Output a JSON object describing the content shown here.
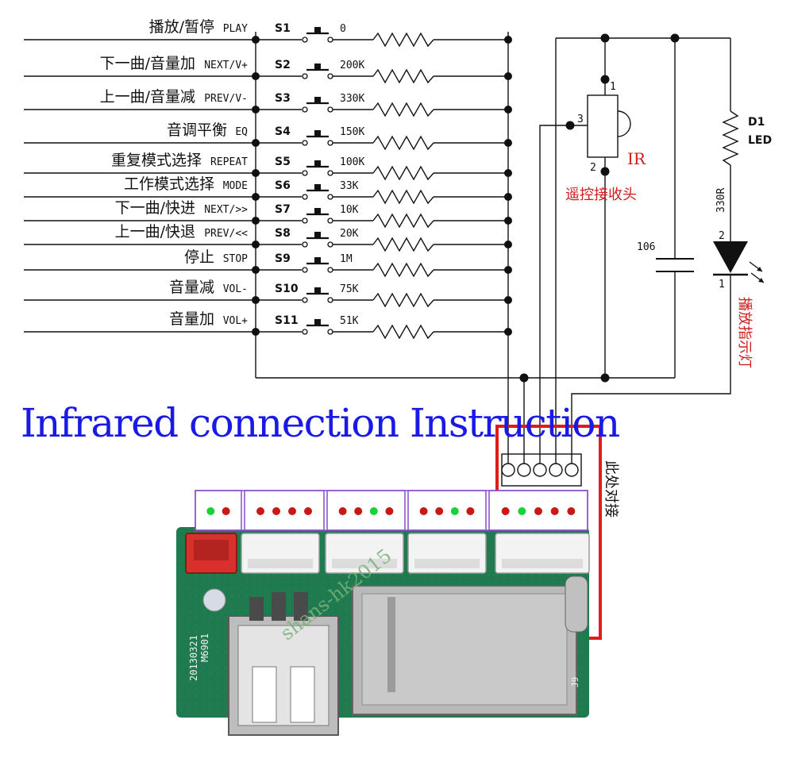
{
  "buttons": [
    {
      "cn": "播放/暂停",
      "en": "PLAY",
      "sw": "S1",
      "res": "0"
    },
    {
      "cn": "下一曲/音量加",
      "en": "NEXT/V+",
      "sw": "S2",
      "res": "200K"
    },
    {
      "cn": "上一曲/音量减",
      "en": "PREV/V-",
      "sw": "S3",
      "res": "330K"
    },
    {
      "cn": "音调平衡",
      "en": "EQ",
      "sw": "S4",
      "res": "150K"
    },
    {
      "cn": "重复模式选择",
      "en": "REPEAT",
      "sw": "S5",
      "res": "100K"
    },
    {
      "cn": "工作模式选择",
      "en": "MODE",
      "sw": "S6",
      "res": "33K"
    },
    {
      "cn": "下一曲/快进",
      "en": "NEXT/>>",
      "sw": "S7",
      "res": "10K"
    },
    {
      "cn": "上一曲/快退",
      "en": "PREV/<<",
      "sw": "S8",
      "res": "20K"
    },
    {
      "cn": "停止",
      "en": "STOP",
      "sw": "S9",
      "res": "1M"
    },
    {
      "cn": "音量减",
      "en": "VOL-",
      "sw": "S10",
      "res": "75K"
    },
    {
      "cn": "音量加",
      "en": "VOL+",
      "sw": "S11",
      "res": "51K"
    }
  ],
  "ir": {
    "label": "IR",
    "cn": "遥控接收头",
    "pin1": "1",
    "pin2": "2",
    "pin3": "3"
  },
  "capacitor": {
    "value": "106"
  },
  "led": {
    "ref": "D1",
    "type": "LED",
    "resistor": "330R",
    "pin1": "1",
    "pin2": "2",
    "cn": "播放指示灯"
  },
  "connector_note": "此处对接",
  "title": "Infrared connection Instruction",
  "board": {
    "date_code": "20130321",
    "model": "M6901",
    "jack": "J9"
  },
  "watermark": "shans-hk2015",
  "colors": {
    "title": "#1a1ae6",
    "accent_red": "#d01c1c",
    "board_green": "#1f7a4f"
  }
}
